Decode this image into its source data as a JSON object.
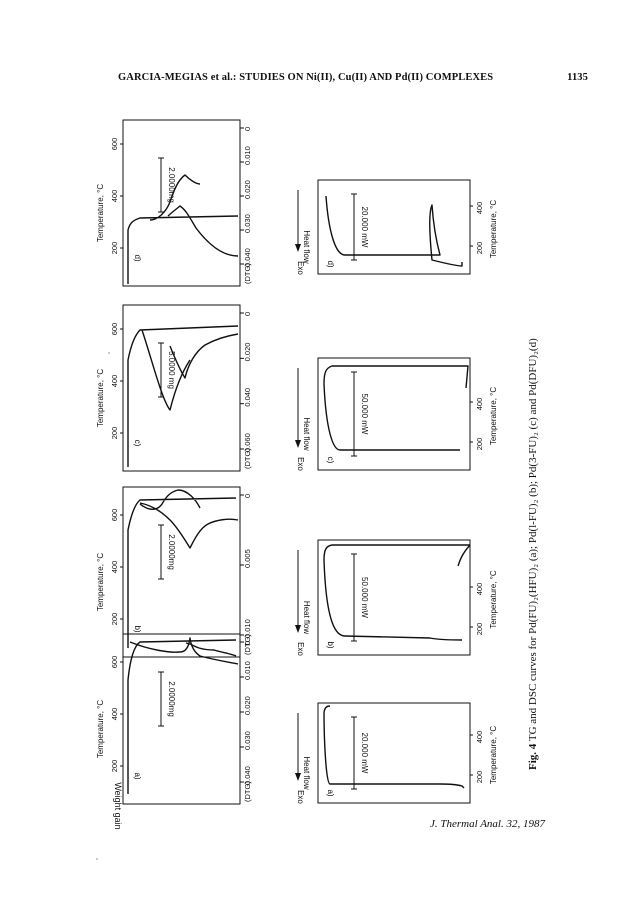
{
  "header": {
    "running_head": "GARCIA-MEGIAS et al.: STUDIES ON Ni(II), Cu(II) AND Pd(II) COMPLEXES",
    "page_number": "1135"
  },
  "footer": {
    "journal": "J. Thermal Anal. 32, 1987"
  },
  "caption": {
    "label": "Fig. 4",
    "text": "TG and DSC curves for Pd(FU)₂(HFU)₂ (a); Pd(l-FU)₂ (b); Pd(3-FU)₂ (c) and Pd(DFU)₂(d)"
  },
  "tg_panels": [
    {
      "letter": "a)",
      "scale": "2.0000mg",
      "dtg_ticks": [
        "0",
        "0.010",
        "0.020",
        "0.030",
        "0.040"
      ],
      "dtg_unit": "(DTG)",
      "show_weight_label": true,
      "weight_label": "Weight gain"
    },
    {
      "letter": "b)",
      "scale": "2.0000mg",
      "dtg_ticks": [
        "0",
        "0.005",
        "0.010"
      ],
      "dtg_unit": "(DTG)",
      "show_weight_label": false,
      "weight_label": ""
    },
    {
      "letter": "c)",
      "scale": "5.0000 mg",
      "dtg_ticks": [
        "0",
        "0.020",
        "0.040",
        "0.060"
      ],
      "dtg_unit": "(DTG)",
      "show_weight_label": false,
      "weight_label": ""
    },
    {
      "letter": "d)",
      "scale": "2.0000mg",
      "dtg_ticks": [
        "0",
        "0.010",
        "0.020",
        "0.030",
        "0.040"
      ],
      "dtg_unit": "(DTG)",
      "show_weight_label": false,
      "weight_label": ""
    }
  ],
  "dsc_panels": [
    {
      "letter": "a)",
      "scale": "20.000 mW"
    },
    {
      "letter": "b)",
      "scale": "50.000 mW"
    },
    {
      "letter": "c)",
      "scale": "50.000 mW"
    },
    {
      "letter": "d)",
      "scale": "20.000 mW"
    }
  ],
  "axis": {
    "temperature_label": "Temperature, °C",
    "tg_ticks": [
      "200",
      "400",
      "600"
    ],
    "dsc_ticks": [
      "200",
      "400"
    ],
    "heat_flow_label": "Heat flow",
    "exo_label": "Exo"
  }
}
